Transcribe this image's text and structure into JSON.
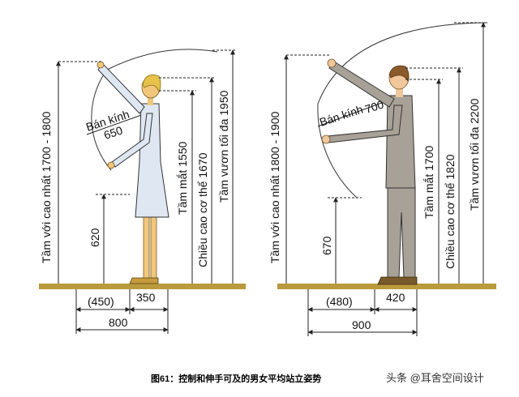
{
  "caption": "图61：控制和伸手可及的男女平均站立姿势",
  "watermark": "头条 @耳舍空间设计",
  "woman": {
    "radius_label": "Bán kính",
    "radius_value": "650",
    "reach_max": "Tầm với cao nhất  1700 - 1800",
    "eye_level": "Tầm mắt  1550",
    "body_height": "Chiều cao cơ thể  1670",
    "reach_top": "Tầm vươn tối đa  1950",
    "lower_dim": "620",
    "base_left": "(450)",
    "base_right": "350",
    "base_total": "800"
  },
  "man": {
    "radius_label": "Bán kính",
    "radius_value": "700",
    "reach_max": "Tầm với cao nhất  1800 - 1900",
    "eye_level": "Tầm mắt  1700",
    "body_height": "Chiều cao cơ thể  1820",
    "reach_top": "Tầm vươn tối đa  2200",
    "lower_dim": "670",
    "base_left": "(480)",
    "base_right": "420",
    "base_total": "900"
  },
  "colors": {
    "ground": "#b99a3d",
    "woman_dress": "#dfe8f2",
    "woman_skin": "#f1c77c",
    "woman_hair": "#e7c24a",
    "man_suit": "#a8a197",
    "man_skin": "#f0c79b",
    "man_hair": "#8a5a2b"
  }
}
